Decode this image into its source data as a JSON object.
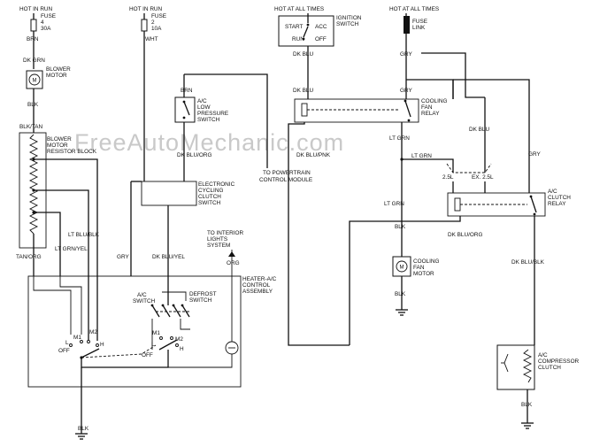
{
  "watermark": "FreeAutoMechanic.com",
  "labels": {
    "hot_in_run_1": "HOT IN RUN",
    "fuse_1": "FUSE",
    "fuse_1_num": "4",
    "fuse_1_amp": "30A",
    "brn_1": "BRN",
    "dk_grn": "DK GRN",
    "blower_motor": "BLOWER",
    "blower_motor_2": "MOTOR",
    "blk_1": "BLK",
    "blk_tan": "BLK/TAN",
    "resistor_1": "BLOWER",
    "resistor_2": "MOTOR",
    "resistor_3": "RESISTOR BLOCK",
    "lt_blu_blk": "LT BLU/BLK",
    "lt_grn_yel": "LT GRN/YEL",
    "tan_org": "TAN/ORG",
    "gry_1": "GRY",
    "hot_in_run_2": "HOT IN RUN",
    "fuse_2": "FUSE",
    "fuse_2_num": "2",
    "fuse_2_amp": "10A",
    "wht": "WHT",
    "brn_2": "BRN",
    "ac_low_1": "A/C",
    "ac_low_2": "LOW",
    "ac_low_3": "PRESSURE",
    "ac_low_4": "SWITCH",
    "dk_blu_org_1": "DK BLU/ORG",
    "ecc_1": "ELECTRONIC",
    "ecc_2": "CYCLING",
    "ecc_3": "CLUTCH",
    "ecc_4": "SWITCH",
    "dk_blu_yel": "DK BLU/YEL",
    "to_interior_1": "TO INTERIOR",
    "to_interior_2": "LIGHTS",
    "to_interior_3": "SYSTEM",
    "org": "ORG",
    "heater_1": "HEATER-A/C",
    "heater_2": "CONTROL",
    "heater_3": "ASSEMBLY",
    "ac_switch_1": "A/C",
    "ac_switch_2": "SWITCH",
    "defrost_1": "DEFROST",
    "defrost_2": "SWITCH",
    "m1_a": "M1",
    "m2_a": "M2",
    "l_a": "L",
    "h_a": "H",
    "off_a": "OFF",
    "m1_b": "M1",
    "m2_b": "M2",
    "l_b": "L",
    "h_b": "H",
    "off_b": "OFF",
    "blk_bottom": "BLK",
    "hot_all_1": "HOT AT ALL TIMES",
    "ign_1": "IGNITION",
    "ign_2": "SWITCH",
    "start": "START",
    "acc": "ACC",
    "run": "RUN",
    "off_ign": "OFF",
    "dk_blu_1": "DK BLU",
    "dk_blu_2": "DK BLU",
    "dk_blu_pnk": "DK BLU/PNK",
    "to_pcm_1": "TO POWERTRAIN",
    "to_pcm_2": "CONTROL MODULE",
    "hot_all_2": "HOT AT ALL TIMES",
    "fuse_link_1": "FUSE",
    "fuse_link_2": "LINK",
    "gry_2": "GRY",
    "gry_3": "GRY",
    "cooling_relay_1": "COOLING",
    "cooling_relay_2": "FAN",
    "cooling_relay_3": "RELAY",
    "lt_grn_1": "LT GRN",
    "lt_grn_2": "LT GRN",
    "lt_grn_3": "LT GRN",
    "dk_blu_3": "DK BLU",
    "l25": "2.5L",
    "ex25": "EX. 2.5L",
    "gry_4": "GRY",
    "ac_clutch_relay_1": "A/C",
    "ac_clutch_relay_2": "CLUTCH",
    "ac_clutch_relay_3": "RELAY",
    "blk_fan": "BLK",
    "cooling_motor_1": "COOLING",
    "cooling_motor_2": "FAN",
    "cooling_motor_3": "MOTOR",
    "blk_fan_2": "BLK",
    "dk_blu_org_2": "DK BLU/ORG",
    "dk_blu_blk": "DK BLU/BLK",
    "ac_comp_1": "A/C",
    "ac_comp_2": "COMPRESSOR",
    "ac_comp_3": "CLUTCH",
    "blk_comp": "BLK"
  }
}
